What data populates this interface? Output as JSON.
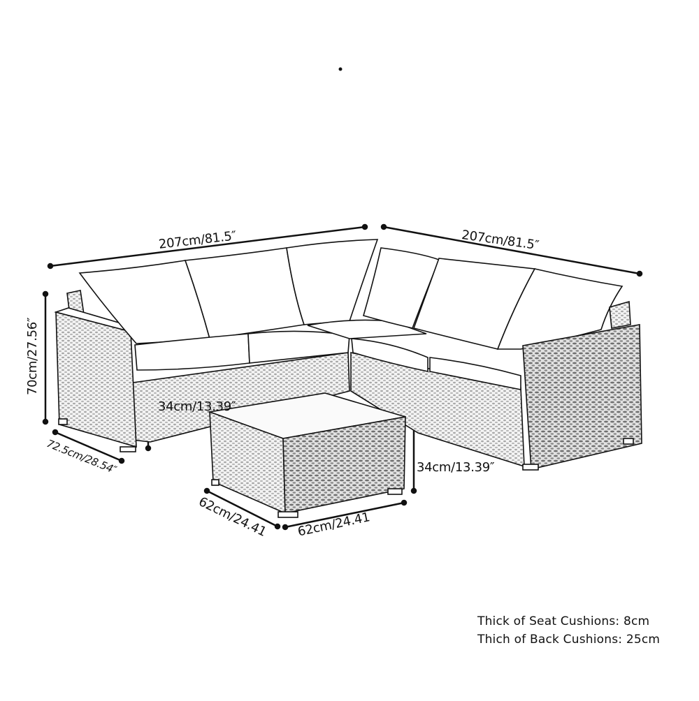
{
  "diagram": {
    "subject": "L-shaped rattan corner sofa set with coffee table",
    "dimensions": {
      "left_sofa_length": "207cm/81.5″",
      "right_sofa_length": "207cm/81.5″",
      "sofa_height": "70cm/27.56″",
      "sofa_depth": "72.5cm/28.54″",
      "seat_height": "34cm/13.39″",
      "table_height": "34cm/13.39″",
      "table_depth": "62cm/24.41",
      "table_width": "62cm/24.41"
    },
    "notes": [
      "Thick of Seat Cushions: 8cm",
      "Thich of Back Cushions: 25cm"
    ],
    "colors": {
      "line": "#111111",
      "background": "#ffffff",
      "wicker": "#bdbdbd"
    }
  }
}
